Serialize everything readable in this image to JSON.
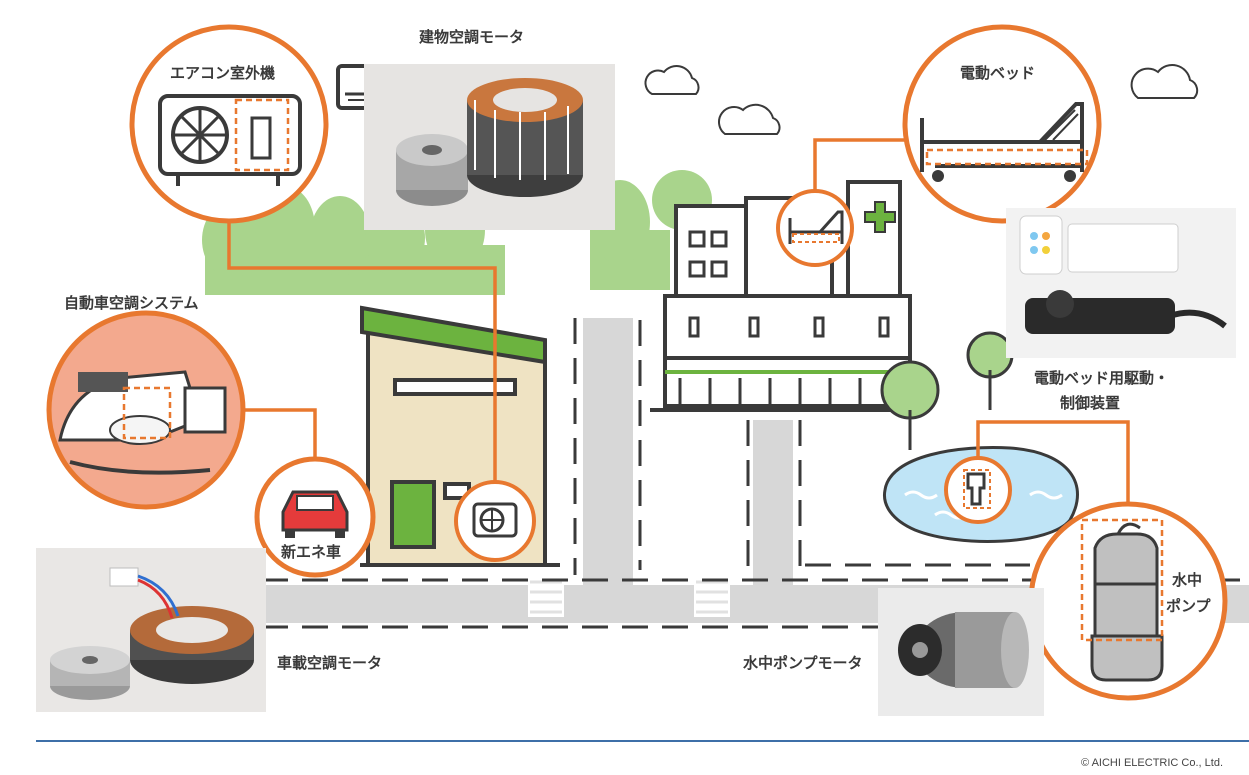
{
  "labels": {
    "building_ac_motor": "建物空調モータ",
    "ac_outdoor_unit": "エアコン室外機",
    "electric_bed": "電動ベッド",
    "car_ac_system": "自動車空調システム",
    "bed_drive_control_line1": "電動ベッド用駆動・",
    "bed_drive_control_line2": "制御装置",
    "new_energy_vehicle": "新エネ車",
    "submersible_pump_line1": "水中",
    "submersible_pump_line2": "ポンプ",
    "vehicle_ac_motor": "車載空調モータ",
    "submersible_pump_motor": "水中ポンプモータ"
  },
  "footer": {
    "copyright": "© AICHI ELECTRIC Co., Ltd."
  },
  "colors": {
    "accent_orange": "#e8782f",
    "tree_green": "#a9d48c",
    "roof_green": "#6cb33f",
    "outline_dark": "#3a3a3a",
    "road_gray": "#d7d7d7",
    "house_beige": "#efe3c3",
    "water_blue": "#bfe4f6",
    "divider_blue": "#3d6fa8"
  }
}
